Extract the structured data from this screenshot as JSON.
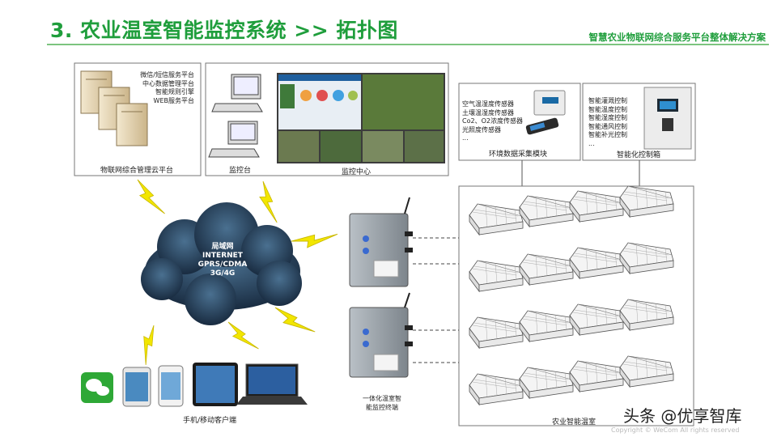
{
  "header": {
    "title": "3. 农业温室智能监控系统  >>  拓扑图",
    "subtitle": "智慧农业物联网综合服务平台整体解决方案"
  },
  "cloud_platform": {
    "services": [
      "微信/短信服务平台",
      "中心数据管理平台",
      "智能规则引擎",
      "WEB服务平台"
    ],
    "label": "物联网综合管理云平台"
  },
  "monitoring": {
    "station_label": "监控台",
    "center_label": "监控中心"
  },
  "sensors": {
    "items": [
      "空气温湿度传感器",
      "土壤温湿度传感器",
      "Co2、O2浓度传感器",
      "光照度传感器",
      "..."
    ],
    "label": "环境数据采集模块"
  },
  "controls": {
    "items": [
      "智能灌溉控制",
      "智能温度控制",
      "智能湿度控制",
      "智能通风控制",
      "智能补光控制",
      "..."
    ],
    "label": "智能化控制箱"
  },
  "network": {
    "lines": [
      "局域网",
      "INTERNET",
      "GPRS/CDMA",
      "3G/4G"
    ]
  },
  "terminal": {
    "label_line1": "一体化温室智",
    "label_line2": "能监控终端"
  },
  "mobile": {
    "label": "手机/移动客户端"
  },
  "greenhouse": {
    "label": "农业智能温室"
  },
  "watermark": {
    "text": "头条 @优享智库",
    "faint": "Copyright © WeCom All rights reserved"
  },
  "colors": {
    "title_green": "#1f9e3c",
    "lightning": "#f2e600",
    "cloud": "#2b4a66"
  }
}
